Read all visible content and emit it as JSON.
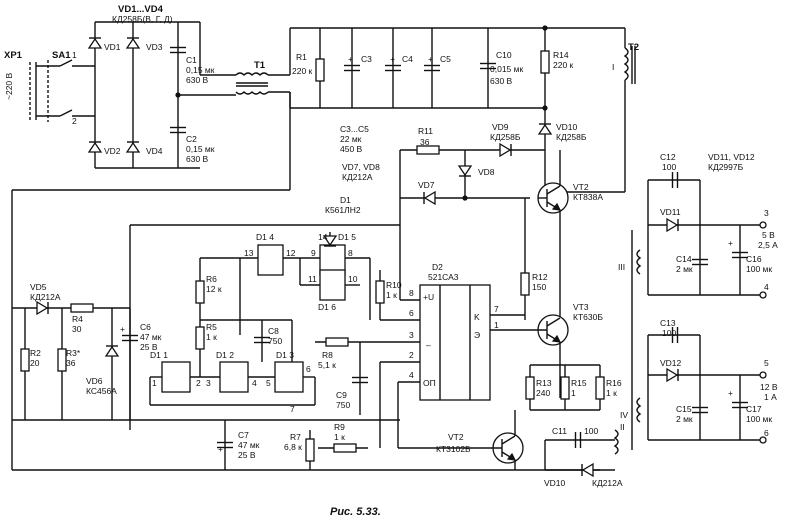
{
  "caption": "Рис. 5.33.",
  "labels": {
    "xp1": "XP1",
    "sa1": "SA1",
    "v220": "~220 В",
    "n1": "1",
    "n2": "2",
    "vd1vd4": "VD1...VD4",
    "vd1vd4_type": "КД258Б(В, Г, Д)",
    "vd1": "VD1",
    "vd2": "VD2",
    "vd3": "VD3",
    "vd4": "VD4",
    "c1": "C1",
    "c1v": "0,15 мк",
    "c1u": "630 В",
    "c2": "C2",
    "c2v": "0,15 мк",
    "c2u": "630 В",
    "t1": "T1",
    "t2": "T2",
    "r1": "R1",
    "r1v": "220 к",
    "c3": "C3",
    "c4": "C4",
    "c5": "C5",
    "c3c5": "C3...C5",
    "c3c5v": "22 мк",
    "c3c5u": "450 В",
    "c10": "C10",
    "c10v": "0,015 мк",
    "c10u": "630 В",
    "r14": "R14",
    "r14v": "220 к",
    "wI": "I",
    "r11": "R11",
    "r11v": "36",
    "vd9": "VD9",
    "vd9t": "КД258Б",
    "vd10a": "VD10",
    "vd10at": "КД258Б",
    "vd7vd8": "VD7, VD8",
    "vd7vd8t": "КД212А",
    "vd7": "VD7",
    "vd8": "VD8",
    "vt2a": "VT2",
    "vt2at": "КТ838А",
    "d1": "D1",
    "d1t": "К561ЛН2",
    "d14": "D1 4",
    "d15": "D1 5",
    "d16": "D1 6",
    "d11": "D1 1",
    "d12": "D1 2",
    "d13": "D1 3",
    "p13": "13",
    "p12": "12",
    "p14": "14",
    "p9": "9",
    "p8": "8",
    "p11": "11",
    "p10": "10",
    "p1": "1",
    "p2": "2",
    "p3": "3",
    "p4": "4",
    "p5": "5",
    "p6": "6",
    "p7": "7",
    "r6": "R6",
    "r6v": "12 к",
    "r5": "R5",
    "r5v": "1 к",
    "c8": "C8",
    "c8v": "750",
    "r10": "R10",
    "r10v": "1 к",
    "r8": "R8",
    "r8v": "5,1 к",
    "c9": "C9",
    "c9v": "750",
    "d2": "D2",
    "d2t": "521СА3",
    "d2u": "+U",
    "d2k": "K",
    "d2e": "Э",
    "d2minus": "–",
    "d2on": "ОП",
    "d2p8": "8",
    "d2p6": "6",
    "d2p3": "3",
    "d2p2": "2",
    "d2p4": "4",
    "d2p7": "7",
    "d2p1": "1",
    "r12": "R12",
    "r12v": "150",
    "vt3": "VT3",
    "vt3t": "КТ630Б",
    "r13": "R13",
    "r13v": "240",
    "r15": "R15",
    "r15v": "1",
    "r16": "R16",
    "r16v": "1 к",
    "vd5": "VD5",
    "vd5t": "КД212А",
    "r4": "R4",
    "r4v": "30",
    "c6": "C6",
    "c6v": "47 мк",
    "c6u": "25 В",
    "r2": "R2",
    "r2v": "20",
    "r3": "R3*",
    "r3v": "36",
    "vd6": "VD6",
    "vd6t": "КС456А",
    "c7": "C7",
    "c7v": "47 мк",
    "c7u": "25 В",
    "r7": "R7",
    "r7v": "6,8 к",
    "r9": "R9",
    "r9v": "1 к",
    "vt2b": "VT2",
    "vt2bt": "КТ3102Б",
    "c11": "C11",
    "c11v": "100",
    "vd10b": "VD10",
    "vd10bt": "КД212А",
    "wII": "II",
    "wIII": "III",
    "wIV": "IV",
    "c12": "C12",
    "c12v": "100",
    "vd11vd12": "VD11, VD12",
    "vd11vd12t": "КД2997Б",
    "vd11": "VD11",
    "c14": "C14",
    "c14v": "2 мк",
    "c16": "C16",
    "c16v": "100 мк",
    "o3": "3",
    "o4": "4",
    "o3v": "5 В",
    "o3a": "2,5 А",
    "c13": "C13",
    "c13v": "100",
    "vd12": "VD12",
    "c15": "C15",
    "c15v": "2 мк",
    "c17": "C17",
    "c17v": "100 мк",
    "o5": "5",
    "o6": "6",
    "o5v": "12 В",
    "o5a": "1 А",
    "plus": "+"
  }
}
